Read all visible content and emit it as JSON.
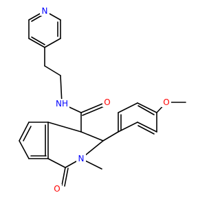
{
  "molecule": {
    "atoms": [
      {
        "id": "N_pyr",
        "label": "N",
        "color": "#0000ff"
      },
      {
        "id": "NH",
        "label": "NH",
        "color": "#0000ff"
      },
      {
        "id": "O_amide",
        "label": "O",
        "color": "#ff0000"
      },
      {
        "id": "O_ether",
        "label": "O",
        "color": "#ff0000"
      },
      {
        "id": "N_ring",
        "label": "N",
        "color": "#0000ff"
      },
      {
        "id": "O_lactam",
        "label": "O",
        "color": "#ff0000"
      }
    ],
    "colors": {
      "carbon_bond": "#000000",
      "nitrogen": "#0000ff",
      "oxygen": "#ff0000",
      "background": "#ffffff"
    }
  }
}
